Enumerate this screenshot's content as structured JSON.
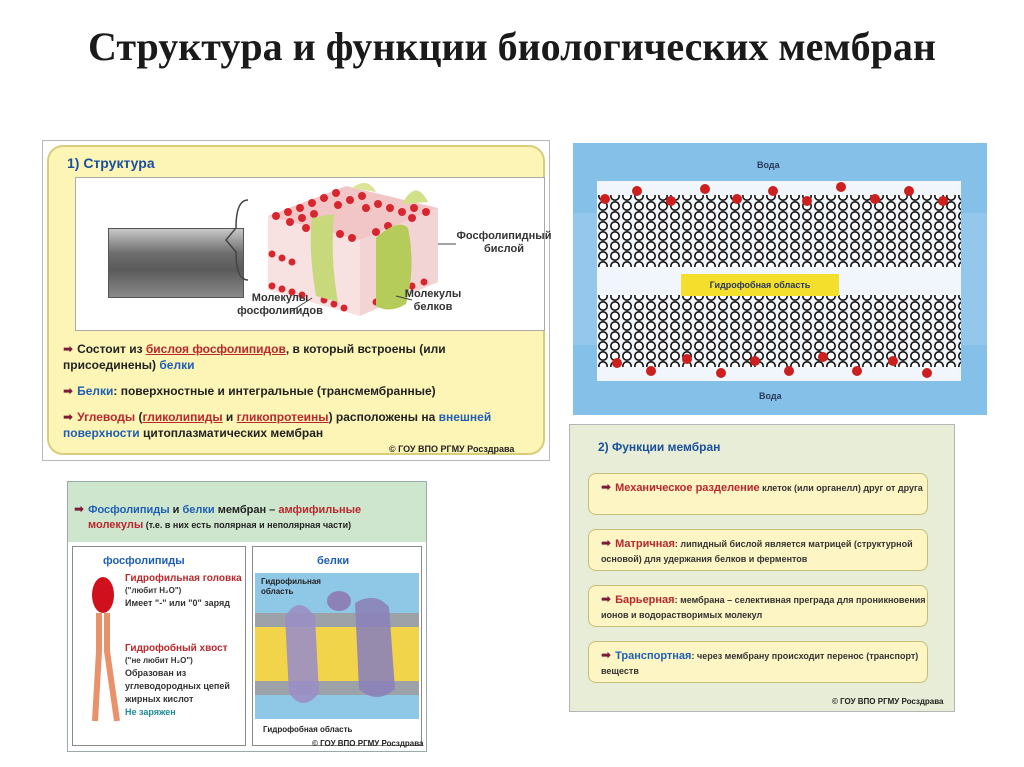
{
  "title": "Структура и функции биологических мембран",
  "panel1": {
    "heading": "1) Структура",
    "label_bilayer": "Фосфолипидный бислой",
    "label_phospholipids": "Молекулы фосфолипидов",
    "label_proteins": "Молекулы белков",
    "b1_a": "Состоит из ",
    "b1_b": "бислоя фосфолипидов",
    "b1_c": ", в который встроены (или присоединены) ",
    "b1_d": "белки",
    "b2_a": "Белки",
    "b2_b": ": поверхностные и интегральные (трансмембранные)",
    "b3_a": "Углеводы",
    "b3_b": " (",
    "b3_c": "гликолипиды",
    "b3_d": " и ",
    "b3_e": "гликопротеины",
    "b3_f": ") расположены на ",
    "b3_g": "внешней поверхности",
    "b3_h": " цитоплазматических мембран",
    "copyright": "© ГОУ ВПО РГМУ Росздрава",
    "colors": {
      "accent_red": "#b9282c",
      "accent_blue": "#1e5fb5",
      "frame_bg": "#fdf5b6"
    }
  },
  "panel2": {
    "water_top": "Вода",
    "hydrophobic": "Гидрофобная область",
    "water_bottom": "Вода"
  },
  "panel3": {
    "line1_a": "Фосфолипиды",
    "line1_b": " и ",
    "line1_c": "белки",
    "line1_d": " мембран – ",
    "line1_e": "амфифильные",
    "line2_a": "молекулы",
    "line2_b": " (т.е. в них есть полярная и неполярная части)",
    "col_phospholipids": "фосфолипиды",
    "col_proteins": "белки",
    "hydrophilic_head": "Гидрофильная головка",
    "loves_water": "(\"любит H₂O\")",
    "charge": "Имеет \"-\" или \"0\" заряд",
    "hydrophobic_tail": "Гидрофобный хвост",
    "hates_water": "(\"не любит H₂O\")",
    "formed_of": "Образован из углеводородных цепей жирных кислот",
    "uncharged": "Не заряжен",
    "protein_hydrophilic": "Гидрофильная область",
    "protein_hydrophobic": "Гидрофобная область",
    "copyright": "© ГОУ ВПО РГМУ Росздрава"
  },
  "panel4": {
    "heading": "2) Функции мембран",
    "f1_a": "Механическое разделение",
    "f1_b": " клеток (или органелл) друг от друга",
    "f2_a": "Матричная",
    "f2_b": ": липидный бислой является матрицей (структурной основой) для удержания белков и ферментов",
    "f3_a": "Барьерная",
    "f3_b": ": мембрана – селективная преграда для проникновения ионов и водорастворимых молекул",
    "f4_a": "Транспортная",
    "f4_b": ": через мембрану происходит перенос (транспорт) веществ",
    "copyright": "© ГОУ ВПО РГМУ Росздрава"
  }
}
